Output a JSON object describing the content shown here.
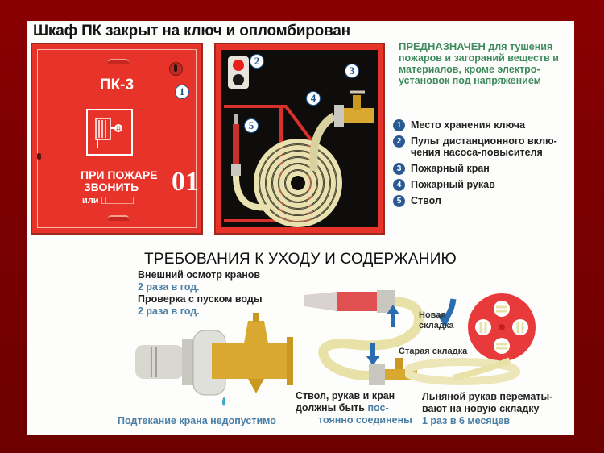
{
  "title": "Шкаф ПК закрыт на ключ и опломбирован",
  "closed_cabinet": {
    "label": "ПК-3",
    "warning_line1": "ПРИ ПОЖАРЕ",
    "warning_line2": "ЗВОНИТЬ",
    "warning_line3": "или",
    "phone": "01",
    "badge": "1"
  },
  "open_cabinet": {
    "badges": [
      "2",
      "3",
      "4",
      "5"
    ]
  },
  "purpose": {
    "caps": "ПРЕДНАЗНАЧЕН",
    "text": "для тушения пожаров и загораний веществ и материалов, кроме электро-установок под напряжением"
  },
  "legend": [
    {
      "num": "1",
      "label": "Место хранения ключа"
    },
    {
      "num": "2",
      "label": "Пульт дистанционного вклю-чения насоса-повысителя"
    },
    {
      "num": "3",
      "label": "Пожарный кран"
    },
    {
      "num": "4",
      "label": "Пожарный рукав"
    },
    {
      "num": "5",
      "label": "Ствол"
    }
  ],
  "requirements": {
    "title": "ТРЕБОВАНИЯ  К УХОДУ И СОДЕРЖАНИЮ",
    "inspection": "Внешний осмотр кранов",
    "inspection_freq": "2 раза в год.",
    "water_test": "Проверка с пуском воды",
    "water_test_freq": "2 раза в год.",
    "leak_note": "Подтекание крана недопустимо",
    "connected_1": "Ствол, рукав и кран",
    "connected_2": "должны быть",
    "connected_2_blue": "пос-",
    "connected_3": "тоянно соединены",
    "new_fold": "Новая складка",
    "new_fold_1": "Новая",
    "new_fold_2": "складка",
    "old_fold": "Старая складка",
    "rewind_1": "Льняной рукав перематы-",
    "rewind_2": "вают на новую складку",
    "rewind_freq": "1 раз в  6 месяцев"
  },
  "colors": {
    "background": "#7a0000",
    "cabinet_red": "#e8332a",
    "accent_blue": "#2a5a94",
    "green_text": "#3f8b5d",
    "blue_text": "#4a7fa6"
  }
}
